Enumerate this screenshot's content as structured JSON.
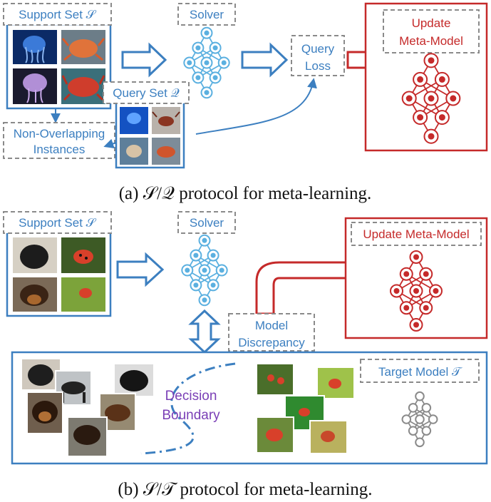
{
  "colors": {
    "blue": "#3c7fc0",
    "light_blue": "#5bb0e0",
    "red": "#c52a2a",
    "gray": "#8a8a8a",
    "purple": "#7a3fb6"
  },
  "panel_a": {
    "support_set": "Support Set 𝒮",
    "solver": "Solver",
    "query_loss_line1": "Query",
    "query_loss_line2": "Loss",
    "update_line1": "Update",
    "update_line2": "Meta-Model",
    "query_set": "Query Set 𝒬",
    "non_overlap_line1": "Non-Overlapping",
    "non_overlap_line2": "Instances",
    "caption": "(a) 𝒮/𝒬 protocol for meta-learning."
  },
  "panel_b": {
    "support_set": "Support Set 𝒮",
    "solver": "Solver",
    "update": "Update Meta-Model",
    "discrepancy_line1": "Model",
    "discrepancy_line2": "Discrepancy",
    "target_model": "Target Model 𝒯",
    "decision_line1": "Decision",
    "decision_line2": "Boundary",
    "caption": "(b) 𝒮/𝒯 protocol for meta-learning."
  },
  "icons": [
    "jellyfish-photo",
    "crab-photo",
    "dog-photo",
    "ladybug-photo",
    "neural-network-icon"
  ]
}
